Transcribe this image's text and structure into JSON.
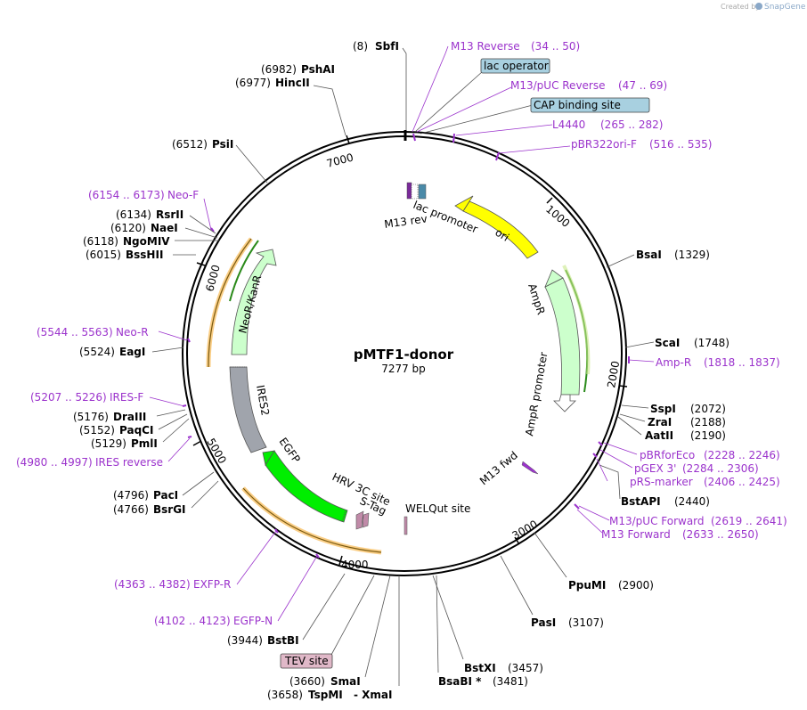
{
  "brand": {
    "created_by": "Created by",
    "name": "SnapGene"
  },
  "plasmid": {
    "name": "pMTF1-donor",
    "size": "7277 bp"
  },
  "ticks": [
    "1000",
    "2000",
    "3000",
    "4000",
    "5000",
    "6000",
    "7000"
  ],
  "enzymes": {
    "SbfI": {
      "name": "SbfI",
      "pos": "(8)"
    },
    "PshAI": {
      "name": "PshAI",
      "pos": "(6982)"
    },
    "HincII": {
      "name": "HincII",
      "pos": "(6977)"
    },
    "PsiI": {
      "name": "PsiI",
      "pos": "(6512)"
    },
    "RsrII": {
      "name": "RsrII",
      "pos": "(6134)"
    },
    "NaeI": {
      "name": "NaeI",
      "pos": "(6120)"
    },
    "NgoMIV": {
      "name": "NgoMIV",
      "pos": "(6118)"
    },
    "BssHII": {
      "name": "BssHII",
      "pos": "(6015)"
    },
    "EagI": {
      "name": "EagI",
      "pos": "(5524)"
    },
    "DraIII": {
      "name": "DraIII",
      "pos": "(5176)"
    },
    "PaqCI": {
      "name": "PaqCI",
      "pos": "(5152)"
    },
    "PmlI": {
      "name": "PmlI",
      "pos": "(5129)"
    },
    "PacI": {
      "name": "PacI",
      "pos": "(4796)"
    },
    "BsrGI": {
      "name": "BsrGI",
      "pos": "(4766)"
    },
    "BstBI": {
      "name": "BstBI",
      "pos": "(3944)"
    },
    "SmaI": {
      "name": "SmaI",
      "pos": "(3660)"
    },
    "TspMI": {
      "name": "TspMI",
      "pos": "(3658)",
      "extra": "- XmaI"
    },
    "BstXI": {
      "name": "BstXI",
      "pos": "(3457)"
    },
    "BsaBI": {
      "name": "BsaBI *",
      "pos": "(3481)"
    },
    "PasI": {
      "name": "PasI",
      "pos": "(3107)"
    },
    "PpuMI": {
      "name": "PpuMI",
      "pos": "(2900)"
    },
    "BstAPI": {
      "name": "BstAPI",
      "pos": "(2440)"
    },
    "AatII": {
      "name": "AatII",
      "pos": "(2190)"
    },
    "ZraI": {
      "name": "ZraI",
      "pos": "(2188)"
    },
    "SspI": {
      "name": "SspI",
      "pos": "(2072)"
    },
    "ScaI": {
      "name": "ScaI",
      "pos": "(1748)"
    },
    "BsaI": {
      "name": "BsaI",
      "pos": "(1329)"
    }
  },
  "primers": {
    "M13Rev": {
      "name": "M13 Reverse",
      "range": "(34 .. 50)"
    },
    "M13pUCRev": {
      "name": "M13/pUC Reverse",
      "range": "(47 .. 69)"
    },
    "L4440": {
      "name": "L4440",
      "range": "(265 .. 282)"
    },
    "pBR322": {
      "name": "pBR322ori-F",
      "range": "(516 .. 535)"
    },
    "AmpR": {
      "name": "Amp-R",
      "range": "(1818 .. 1837)"
    },
    "pBRforEco": {
      "name": "pBRforEco",
      "range": "(2228 .. 2246)"
    },
    "pGEX3": {
      "name": "pGEX 3'",
      "range": "(2284 .. 2306)"
    },
    "pRS": {
      "name": "pRS-marker",
      "range": "(2406 .. 2425)"
    },
    "M13pUCFwd": {
      "name": "M13/pUC Forward",
      "range": "(2619 .. 2641)"
    },
    "M13Fwd": {
      "name": "M13 Forward",
      "range": "(2633 .. 2650)"
    },
    "EXFPR": {
      "name": "EXFP-R",
      "range": "(4363 .. 4382)"
    },
    "EGFPN": {
      "name": "EGFP-N",
      "range": "(4102 .. 4123)"
    },
    "IRESrev": {
      "name": "IRES reverse",
      "range": "(4980 .. 4997)"
    },
    "IRESF": {
      "name": "IRES-F",
      "range": "(5207 .. 5226)"
    },
    "NeoR": {
      "name": "Neo-R",
      "range": "(5544 .. 5563)"
    },
    "NeoF": {
      "name": "Neo-F",
      "range": "(6154 .. 6173)"
    }
  },
  "boxes": {
    "lac_operator": "lac operator",
    "cap_site": "CAP binding site",
    "tev_site": "TEV site"
  },
  "features": {
    "lac_promoter": "lac promoter",
    "m13_rev": "M13 rev",
    "ori": "ori",
    "ampr": "AmpR",
    "ampr_promoter": "AmpR promoter",
    "m13_fwd": "M13 fwd",
    "welqut": "WELQut site",
    "hrv3c": "HRV 3C site",
    "stag": "S-Tag",
    "egfp": "EGFP",
    "ires2": "IRES2",
    "neor": "NeoR/KanR"
  },
  "colors": {
    "primer": "#9b33cc",
    "ori": "#ffff00",
    "ampr": "#ccffcc",
    "neor": "#ccffcc",
    "egfp": "#00ee00",
    "ires": "#a0a4ac",
    "orange": "#f5a623",
    "green_arrow": "#2a8a1a"
  }
}
